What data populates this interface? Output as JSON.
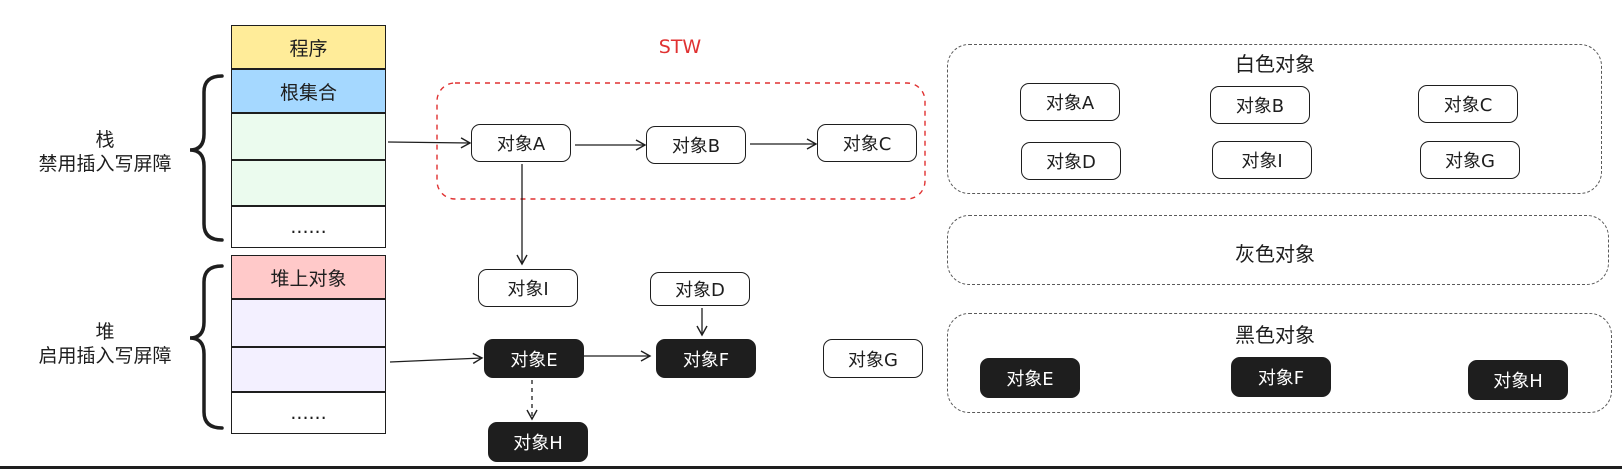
{
  "memory": {
    "program": "程序",
    "root_set": "根集合",
    "stack_ellipsis": "......",
    "heap_objects": "堆上对象",
    "heap_ellipsis": "......"
  },
  "labels": {
    "stack": "栈",
    "stack_note": "禁用插入写屏障",
    "heap": "堆",
    "heap_note": "启用插入写屏障",
    "stw": "STW"
  },
  "graph": {
    "a": "对象A",
    "b": "对象B",
    "c": "对象C",
    "i": "对象I",
    "d": "对象D",
    "e": "对象E",
    "f": "对象F",
    "h": "对象H",
    "g": "对象G"
  },
  "white_group": {
    "title": "白色对象",
    "items": [
      "对象A",
      "对象B",
      "对象C",
      "对象D",
      "对象I",
      "对象G"
    ]
  },
  "gray_group": {
    "title": "灰色对象"
  },
  "black_group": {
    "title": "黑色对象",
    "items": [
      "对象E",
      "对象F",
      "对象H"
    ]
  },
  "colors": {
    "program_fill": "#ffec99",
    "root_fill": "#a5d8ff",
    "stack_fill": "#ebfbee",
    "heap_obj_fill": "#ffc9c9",
    "heap_fill": "#f3f0ff",
    "stw_red": "#e03131",
    "ink": "#1e1e1e"
  }
}
